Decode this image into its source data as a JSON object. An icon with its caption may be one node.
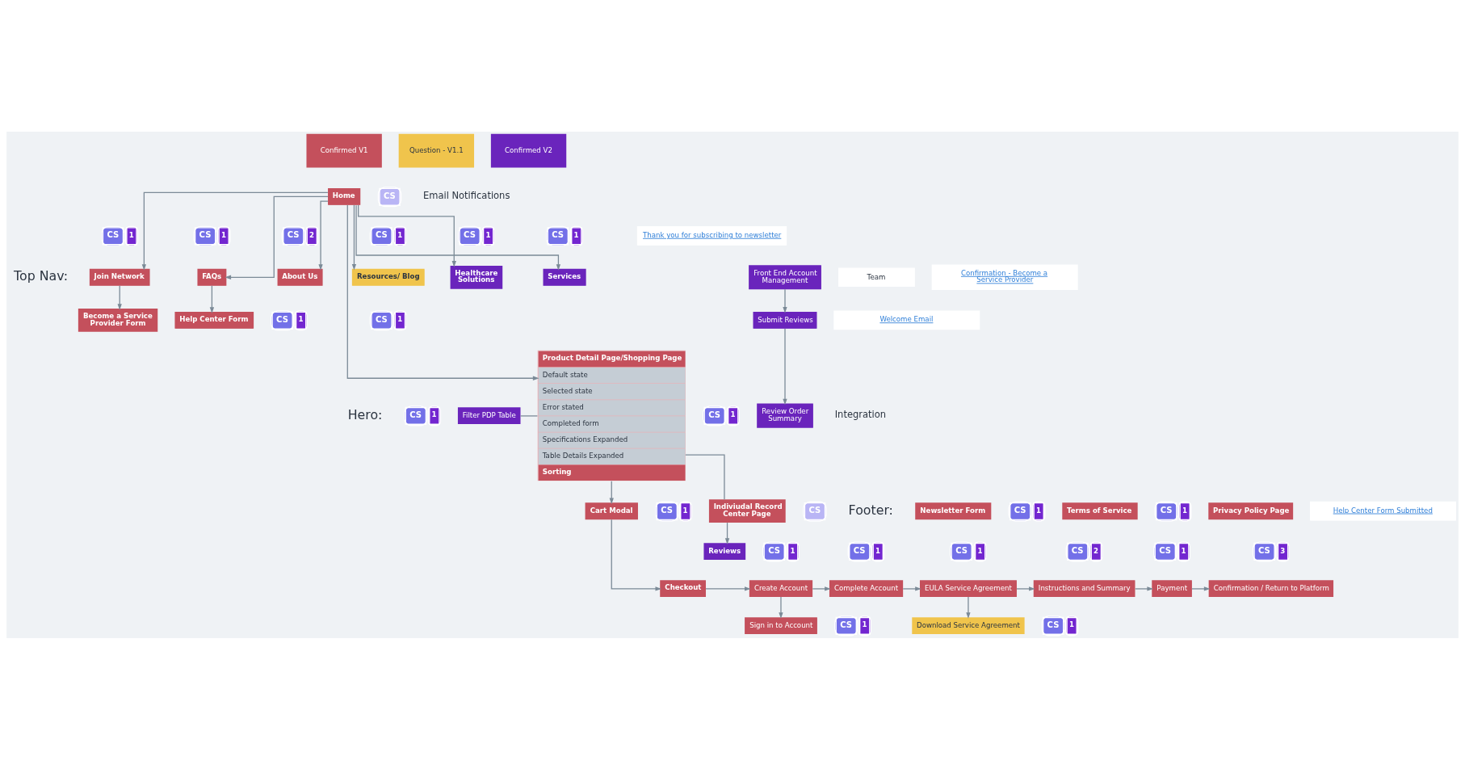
{
  "diagram": {
    "nodes": [
      {
        "text": [
          "Home"
        ],
        "beside": [
          "CS"
        ]
      },
      {
        "text": [
          "Join Network"
        ],
        "beside": [
          "CS",
          "1"
        ]
      },
      {
        "text": [
          "FAQs"
        ],
        "beside": [
          "CS",
          "1"
        ]
      },
      {
        "text": [
          "About Us"
        ],
        "beside": [
          "CS",
          "2"
        ]
      },
      {
        "text": [
          "Resources/ Blog"
        ],
        "beside": [
          "CS",
          "1"
        ]
      },
      {
        "text": [
          "Healthcare Solutions"
        ],
        "beside": [
          "CS",
          "1"
        ]
      },
      {
        "text": [
          "Services"
        ],
        "beside": [
          "CS",
          "1"
        ]
      },
      {
        "text": [
          "Become a Service Provider Form"
        ]
      },
      {
        "text": [
          "Help Center Form"
        ],
        "beside": [
          "CS",
          "1"
        ]
      },
      {
        "text": [
          "Front End Account Management"
        ]
      },
      {
        "text": [
          "Submit Reviews"
        ]
      },
      {
        "text": [
          "Review Order Summary"
        ]
      },
      {
        "text": [
          "Thank you for subscribing to newsletter"
        ]
      },
      {
        "text": [
          "Team"
        ]
      },
      {
        "text": [
          "Confirmation - Become a Service Provider"
        ]
      },
      {
        "text": [
          "Welcome Email"
        ]
      },
      {
        "text": [
          "Help Center Form Submitted"
        ]
      },
      {
        "text": [
          "Product Detail Page/Shopping Page",
          "Default state",
          "Selected state",
          "Error stated",
          "Completed form",
          "Specifications Expanded",
          "Table Details Expanded",
          "Sorting"
        ],
        "beside": [
          "CS",
          "1"
        ]
      },
      {
        "text": [
          "Filter PDP Table"
        ],
        "beside": [
          "CS",
          "1"
        ]
      },
      {
        "text": [
          "Indiviudal Record Center Page"
        ],
        "beside": [
          "CS"
        ]
      },
      {
        "text": [
          "Reviews"
        ]
      },
      {
        "text": [
          "Newsletter Form"
        ],
        "beside": [
          "CS",
          "1"
        ]
      },
      {
        "text": [
          "Terms of Service"
        ],
        "beside": [
          "CS",
          "1"
        ]
      },
      {
        "text": [
          "Privacy Policy Page"
        ]
      },
      {
        "text": [
          "Cart Modal"
        ],
        "beside": [
          "CS",
          "1"
        ]
      },
      {
        "text": [
          "Checkout"
        ]
      },
      {
        "text": [
          "Create Account"
        ],
        "beside": [
          "CS",
          "1"
        ]
      },
      {
        "text": [
          "Complete Account"
        ],
        "beside": [
          "CS",
          "1"
        ]
      },
      {
        "text": [
          "EULA Service Agreement"
        ],
        "beside": [
          "CS",
          "1"
        ]
      },
      {
        "text": [
          "Instructions and Summary"
        ],
        "beside": [
          "CS",
          "2"
        ]
      },
      {
        "text": [
          "Payment"
        ],
        "beside": [
          "CS",
          "1"
        ]
      },
      {
        "text": [
          "Confirmation / Return to Platform"
        ],
        "beside": [
          "CS",
          "3"
        ]
      },
      {
        "text": [
          "Sign in to Account"
        ],
        "beside": [
          "CS",
          "1"
        ]
      },
      {
        "text": [
          "Download Service Agreement"
        ],
        "beside": [
          "CS",
          "1"
        ]
      }
    ],
    "edges": [
      {
        "from": 0,
        "to": 1,
        "arrow": "to"
      },
      {
        "from": 0,
        "to": 2,
        "arrow": "to"
      },
      {
        "from": 0,
        "to": 3,
        "arrow": "to"
      },
      {
        "from": 0,
        "to": 4,
        "arrow": "to"
      },
      {
        "from": 0,
        "to": 5,
        "arrow": "to"
      },
      {
        "from": 0,
        "to": 6,
        "arrow": "to"
      },
      {
        "from": 0,
        "to": 17,
        "arrow": "to"
      },
      {
        "from": 1,
        "to": 7,
        "arrow": "to"
      },
      {
        "from": 2,
        "to": 8,
        "arrow": "to"
      },
      {
        "from": 9,
        "to": 10,
        "arrow": "to"
      },
      {
        "from": 10,
        "to": 11,
        "arrow": "to"
      },
      {
        "from": 18,
        "to": 17,
        "arrow": "none"
      },
      {
        "from": 19,
        "to": 17,
        "arrow": "none"
      },
      {
        "from": 19,
        "to": 20,
        "arrow": "to"
      },
      {
        "from": 17,
        "to": 24,
        "arrow": "to"
      },
      {
        "from": 24,
        "to": 25,
        "arrow": "to"
      },
      {
        "from": 25,
        "to": 26,
        "arrow": "to"
      },
      {
        "from": 26,
        "to": 32,
        "arrow": "to"
      },
      {
        "from": 26,
        "to": 27,
        "arrow": "to"
      },
      {
        "from": 27,
        "to": 28,
        "arrow": "to"
      },
      {
        "from": 28,
        "to": 33,
        "arrow": "to"
      },
      {
        "from": 28,
        "to": 29,
        "arrow": "to"
      },
      {
        "from": 29,
        "to": 30,
        "arrow": "to"
      },
      {
        "from": 30,
        "to": 31,
        "arrow": "to"
      }
    ],
    "labels": [
      "Email Notifications",
      "Top Nav:",
      "CS",
      "1",
      "Hero:",
      "Integration",
      "Footer:"
    ],
    "legend": [
      {
        "text": "Confirmed V1",
        "color": "#c4505c"
      },
      {
        "text": "Question - V1.1",
        "color": "#f0c44c"
      },
      {
        "text": "Confirmed V2",
        "color": "#6a24bc"
      }
    ]
  }
}
